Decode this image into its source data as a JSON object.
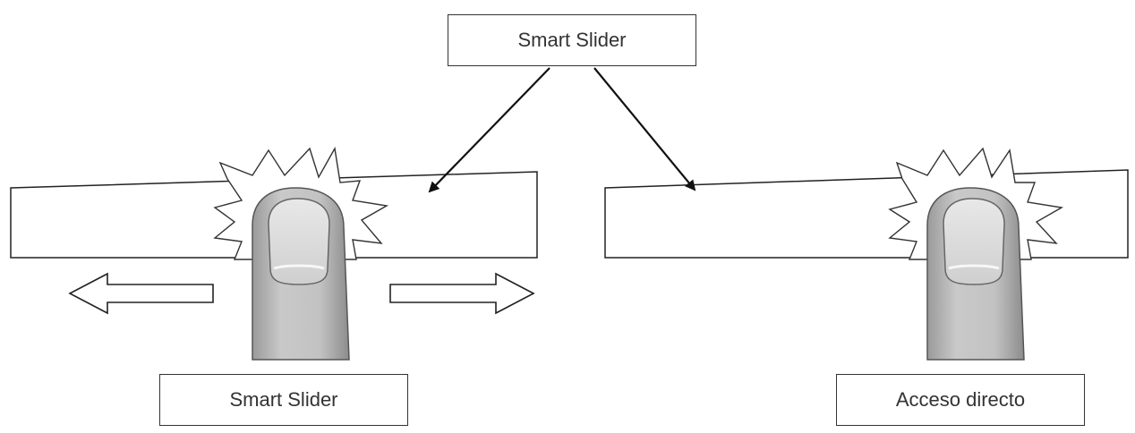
{
  "labels": {
    "top": "Smart Slider",
    "left": "Smart Slider",
    "right": "Acceso directo"
  },
  "icons": {
    "finger_left": "finger-press-icon",
    "finger_right": "finger-press-icon",
    "burst": "touch-burst-icon",
    "arrow_left": "arrow-left-icon",
    "arrow_right": "arrow-right-icon"
  },
  "colors": {
    "line": "#333333",
    "finger_fill": "#bdbdbd",
    "finger_shadow": "#8f8f8f",
    "nail_fill": "#dddddd"
  }
}
